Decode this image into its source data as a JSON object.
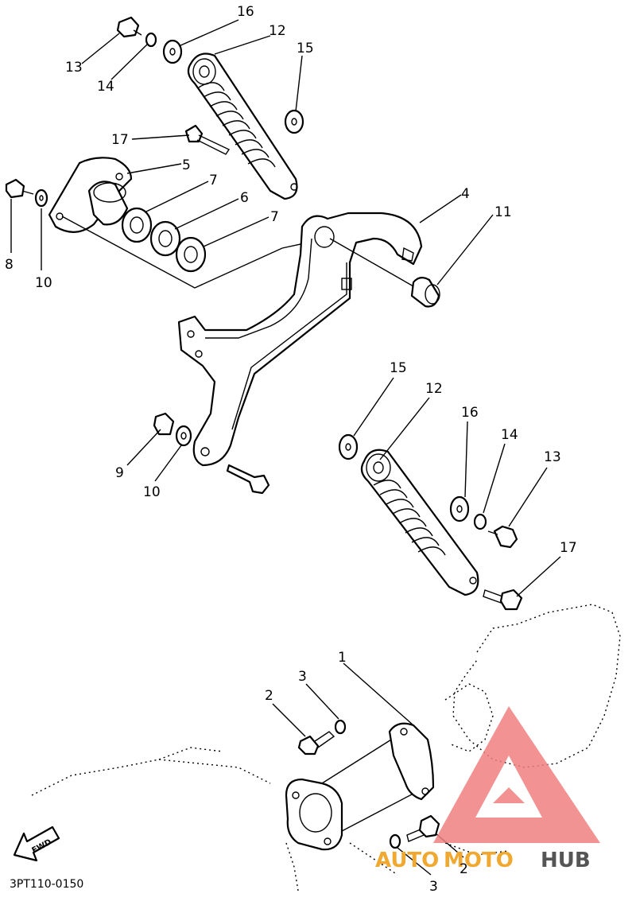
{
  "diagram": {
    "code": "3PT110-0150",
    "fwd_label": "FWD",
    "watermark": {
      "auto": "AUTO",
      "moto": "MOTO",
      "hub": "HUB",
      "logo_color": "#f08080"
    },
    "callouts": [
      {
        "id": "c16a",
        "text": "16"
      },
      {
        "id": "c12a",
        "text": "12"
      },
      {
        "id": "c13a",
        "text": "13"
      },
      {
        "id": "c14a",
        "text": "14"
      },
      {
        "id": "c15a",
        "text": "15"
      },
      {
        "id": "c17a",
        "text": "17"
      },
      {
        "id": "c5",
        "text": "5"
      },
      {
        "id": "c7a",
        "text": "7"
      },
      {
        "id": "c6",
        "text": "6"
      },
      {
        "id": "c7b",
        "text": "7"
      },
      {
        "id": "c4",
        "text": "4"
      },
      {
        "id": "c11",
        "text": "11"
      },
      {
        "id": "c8",
        "text": "8"
      },
      {
        "id": "c10a",
        "text": "10"
      },
      {
        "id": "c15b",
        "text": "15"
      },
      {
        "id": "c12b",
        "text": "12"
      },
      {
        "id": "c16b",
        "text": "16"
      },
      {
        "id": "c14b",
        "text": "14"
      },
      {
        "id": "c13b",
        "text": "13"
      },
      {
        "id": "c9",
        "text": "9"
      },
      {
        "id": "c10b",
        "text": "10"
      },
      {
        "id": "c17b",
        "text": "17"
      },
      {
        "id": "c1",
        "text": "1"
      },
      {
        "id": "c3a",
        "text": "3"
      },
      {
        "id": "c2a",
        "text": "2"
      },
      {
        "id": "c2b",
        "text": "2"
      },
      {
        "id": "c3b",
        "text": "3"
      }
    ]
  }
}
